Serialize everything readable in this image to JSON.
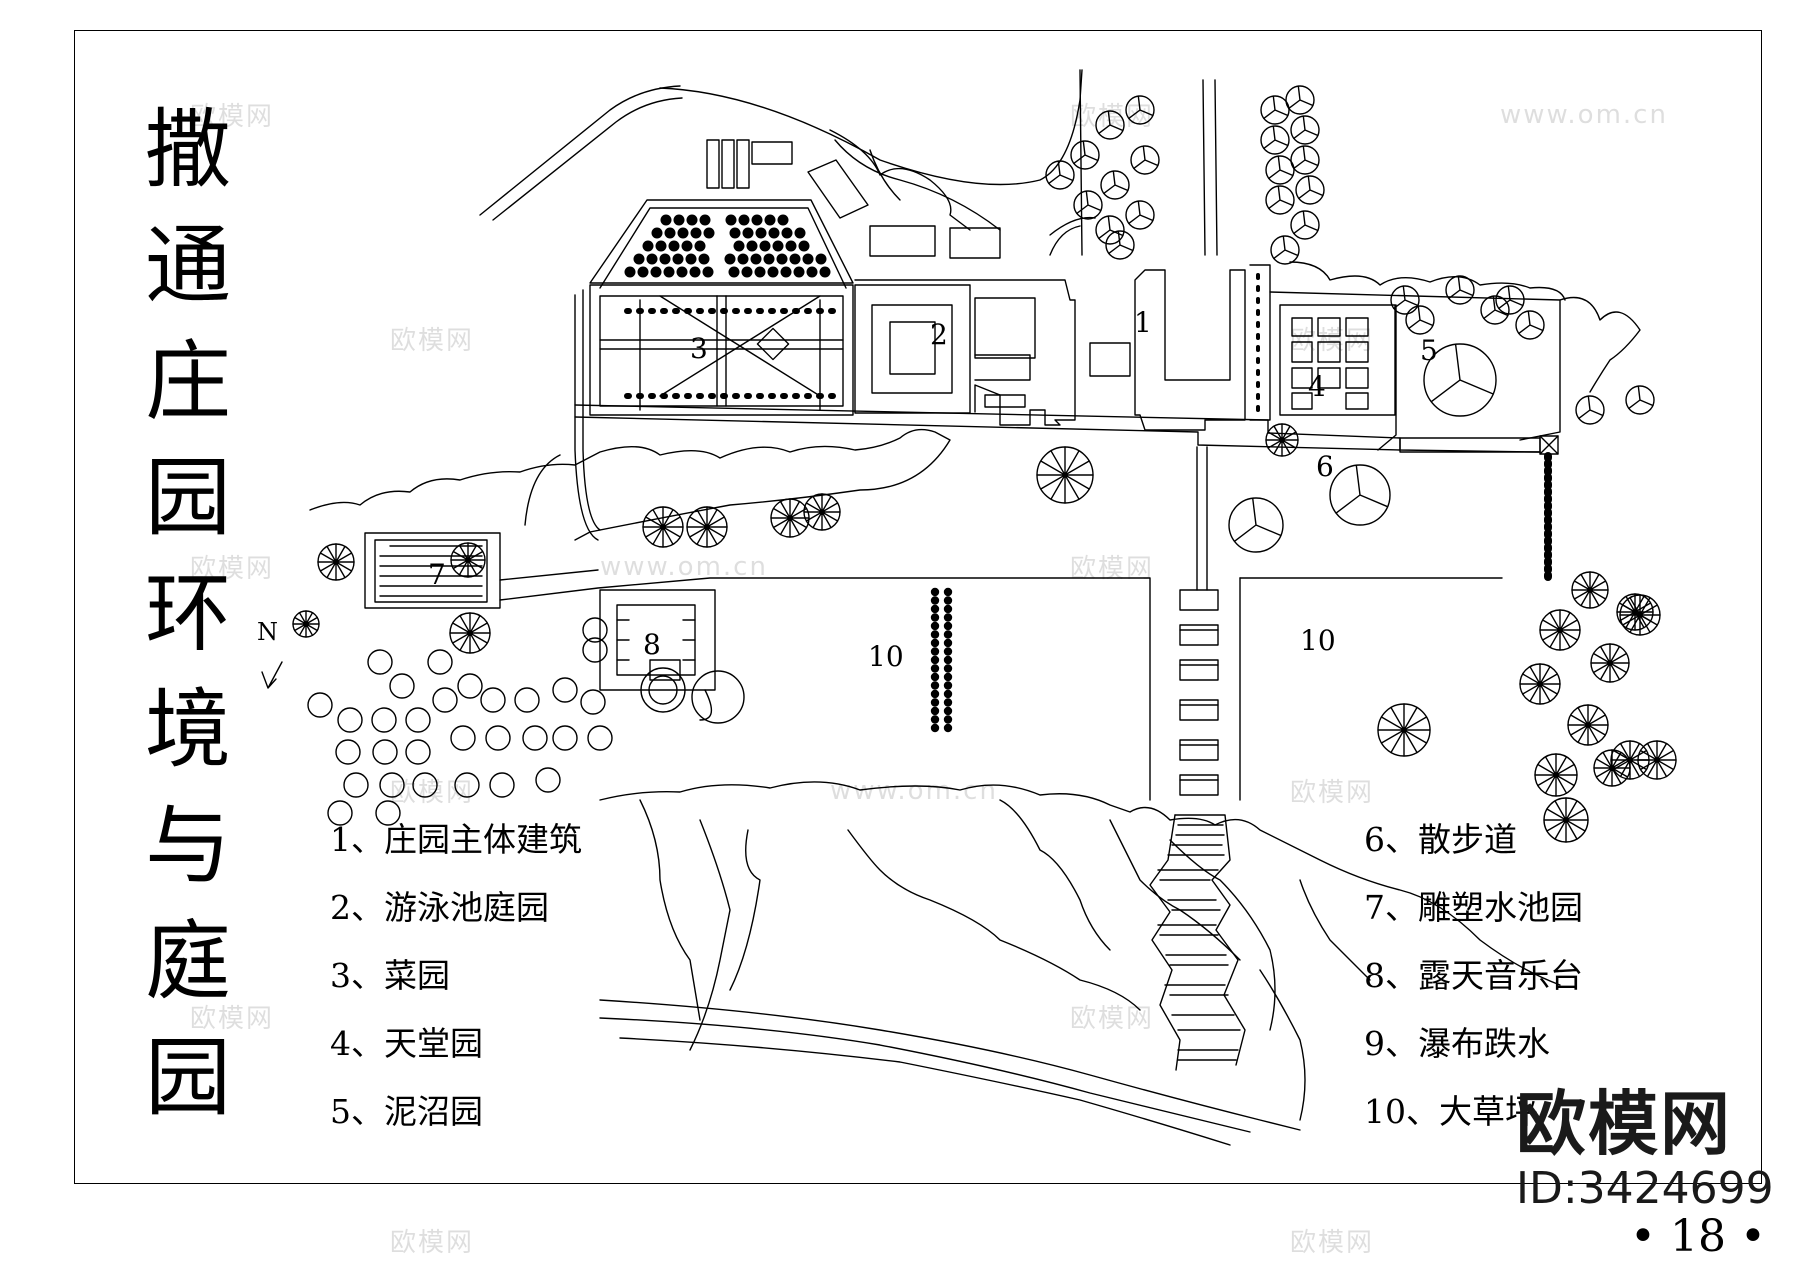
{
  "title_chars": [
    "撒",
    "通",
    "庄",
    "园",
    "环",
    "境",
    "与",
    "庭",
    "园"
  ],
  "map_labels": {
    "n1": "1",
    "n2": "2",
    "n3": "3",
    "n4": "4",
    "n5": "5",
    "n6": "6",
    "n7": "7",
    "n8": "8",
    "n10a": "10",
    "n10b": "10",
    "north": "N"
  },
  "legend_left": [
    "1、庄园主体建筑",
    "2、游泳池庭园",
    "3、菜园",
    "4、天堂园",
    "5、泥沼园"
  ],
  "legend_right": [
    "6、散步道",
    "7、雕塑水池园",
    "8、露天音乐台",
    "9、瀑布跌水",
    "10、大草坪"
  ],
  "watermark": {
    "brand": "欧模网",
    "id": "ID:3424699",
    "site": "www.om.cn"
  },
  "page_number": "18",
  "colors": {
    "ink": "#000000",
    "paper": "#ffffff",
    "watermark": "#1a1a1a"
  }
}
